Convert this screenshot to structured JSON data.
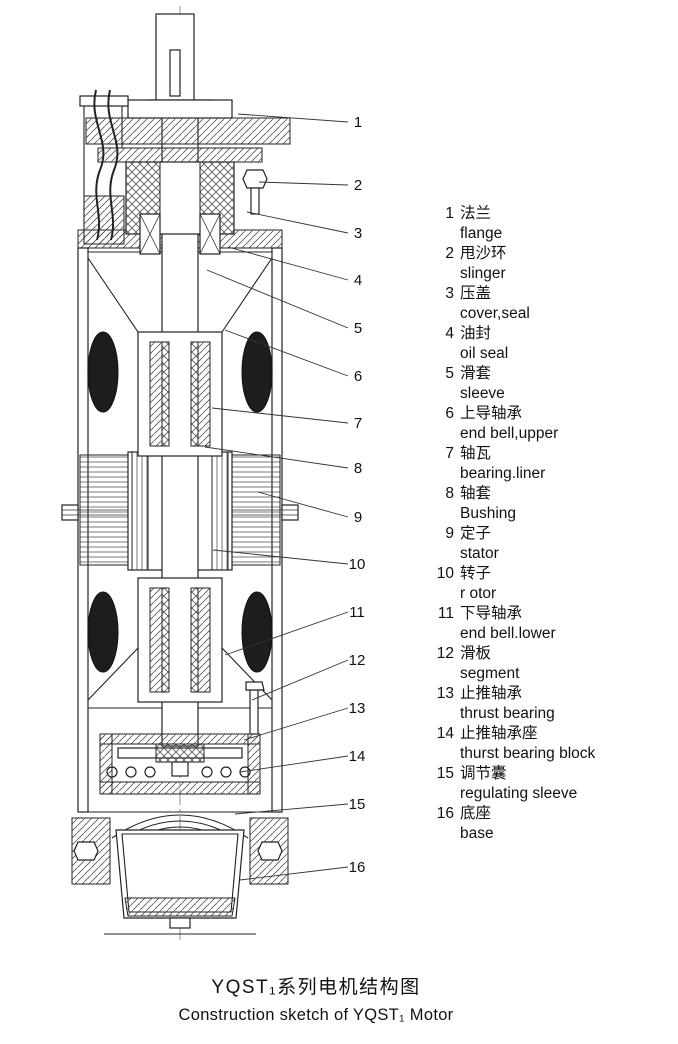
{
  "legend": {
    "items": [
      {
        "num": "1",
        "zh": "法兰",
        "en": "flange"
      },
      {
        "num": "2",
        "zh": "甩沙环",
        "en": "slinger"
      },
      {
        "num": "3",
        "zh": "压盖",
        "en": "cover,seal"
      },
      {
        "num": "4",
        "zh": "油封",
        "en": "oil seal"
      },
      {
        "num": "5",
        "zh": "滑套",
        "en": "sleeve"
      },
      {
        "num": "6",
        "zh": "上导轴承",
        "en": "end bell,upper"
      },
      {
        "num": "7",
        "zh": "轴瓦",
        "en": "bearing.liner"
      },
      {
        "num": "8",
        "zh": "轴套",
        "en": "Bushing"
      },
      {
        "num": "9",
        "zh": "定子",
        "en": "stator"
      },
      {
        "num": "10",
        "zh": "转子",
        "en": "r otor"
      },
      {
        "num": "11",
        "zh": "下导轴承",
        "en": "end bell.lower"
      },
      {
        "num": "12",
        "zh": "滑板",
        "en": "segment"
      },
      {
        "num": "13",
        "zh": "止推轴承",
        "en": "thrust bearing"
      },
      {
        "num": "14",
        "zh": "止推轴承座",
        "en": "thurst bearing block"
      },
      {
        "num": "15",
        "zh": "调节囊",
        "en": "regulating sleeve"
      },
      {
        "num": "16",
        "zh": "底座",
        "en": "base"
      }
    ]
  },
  "callouts": {
    "labels": [
      "1",
      "2",
      "3",
      "4",
      "5",
      "6",
      "7",
      "8",
      "9",
      "10",
      "11",
      "12",
      "13",
      "14",
      "15",
      "16"
    ]
  },
  "title": {
    "zh": "YQST₁系列电机结构图",
    "en": "Construction sketch of YQST₁ Motor"
  }
}
